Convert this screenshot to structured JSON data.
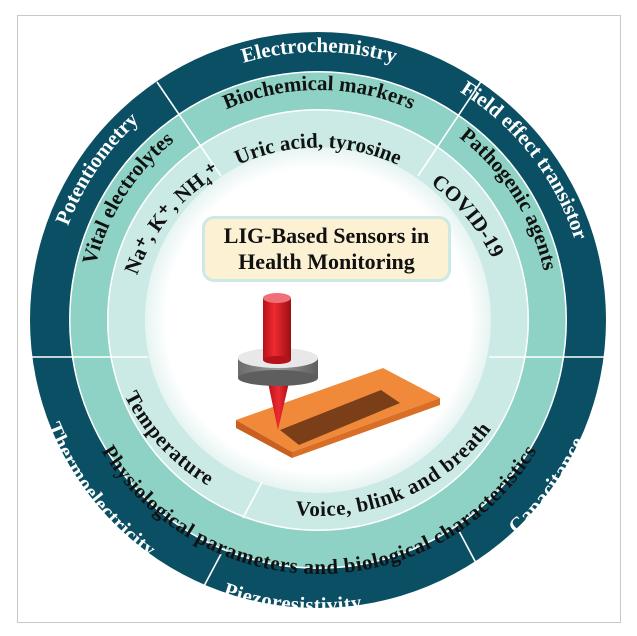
{
  "title": {
    "line1": "LIG-Based Sensors in",
    "line2": "Health Monitoring"
  },
  "colors": {
    "outer_ring": "#0B4F65",
    "middle_ring": "#8ED1C5",
    "inner_ring": "#CBEAE5",
    "title_fill": "#FDF1D4",
    "title_border": "#CDE9E5",
    "laser": "#E01E26",
    "substrate": "#F08A3A",
    "lig_pattern": "#7A3F18"
  },
  "outer_ring": {
    "segments": [
      {
        "label": "Electrochemistry"
      },
      {
        "label": "Field effect transistor"
      },
      {
        "label": "Capacitance"
      },
      {
        "label": "Piezoresistivity"
      },
      {
        "label": "Thermoelectricity"
      },
      {
        "label": "Potentiometry"
      }
    ]
  },
  "middle_ring": {
    "segments": [
      {
        "label": "Biochemical markers"
      },
      {
        "label": "Pathogenic agents"
      },
      {
        "label": "Physiological parameters and biological characteristics"
      },
      {
        "label": "Vital electrolytes"
      }
    ]
  },
  "inner_ring": {
    "segments": [
      {
        "label": "Uric acid, tyrosine"
      },
      {
        "label": "COVID-19"
      },
      {
        "label": "Voice, blink and breath"
      },
      {
        "label": "Temperature"
      },
      {
        "label": "Na⁺, K⁺, NH₄⁺"
      }
    ]
  },
  "center_illustration": {
    "icon": "laser-writing-icon",
    "description": "Laser head scribing graphene pattern on polyimide substrate"
  }
}
